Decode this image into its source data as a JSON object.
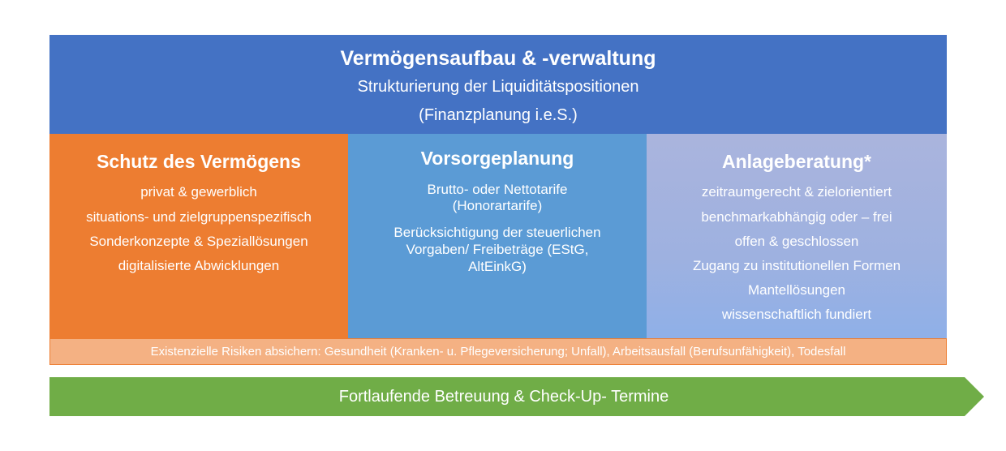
{
  "top": {
    "title": "Vermögensaufbau & -verwaltung",
    "line1": "Strukturierung der Liquiditätspositionen",
    "line2": "(Finanzplanung i.e.S.)"
  },
  "columns": [
    {
      "title": "Schutz des Vermögens",
      "lines": [
        "privat & gewerblich",
        "situations- und zielgruppenspezifisch",
        "Sonderkonzepte & Speziallösungen",
        "digitalisierte Abwicklungen"
      ]
    },
    {
      "title": "Vorsorgeplanung",
      "lines": [
        "Brutto- oder Nettotarife",
        "(Honorartarife)",
        "Berücksichtigung der steuerlichen",
        "Vorgaben/ Freibeträge (EStG,",
        "AltEinkG)"
      ]
    },
    {
      "title": "Anlageberatung*",
      "lines": [
        "zeitraumgerecht & zielorientiert",
        "benchmarkabhängig oder – frei",
        "offen & geschlossen",
        "Zugang zu institutionellen Formen",
        "Mantellösungen",
        "wissenschaftlich fundiert"
      ]
    }
  ],
  "risk_bar": "Existenzielle Risiken absichern: Gesundheit (Kranken- u. Pflegeversicherung; Unfall), Arbeitsausfall (Berufsunfähigkeit), Todesfall",
  "arrow_label": "Fortlaufende Betreuung & Check-Up- Termine",
  "colors": {
    "top": "#4472c4",
    "schutz": "#ed7d31",
    "vorsorge": "#5b9bd5",
    "anlage": "#9eb1e0",
    "risk": "#f4b183",
    "arrow": "#70ad47"
  }
}
